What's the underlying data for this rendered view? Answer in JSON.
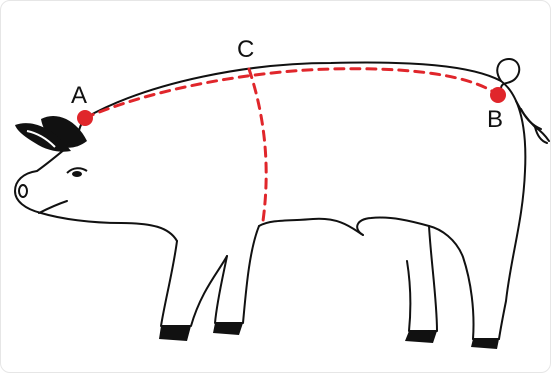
{
  "diagram": {
    "labels": {
      "a": "A",
      "b": "B",
      "c": "C"
    },
    "colors": {
      "outline": "#111111",
      "measure": "#e0262b",
      "hoof": "#111111",
      "background": "#ffffff"
    },
    "icons": [
      "pig-outline-icon",
      "ear-icon",
      "eye-icon",
      "curly-tail-icon"
    ]
  }
}
